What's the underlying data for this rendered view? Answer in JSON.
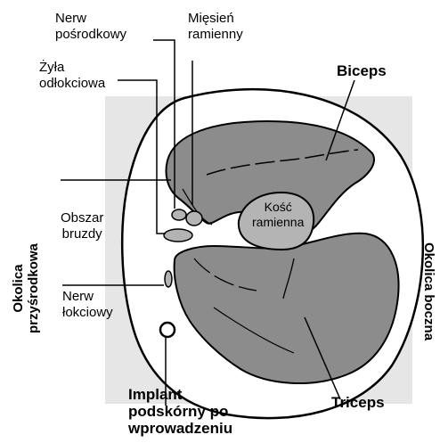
{
  "labels": {
    "nerw_posrodkowy": "Nerw\npośrodkowy",
    "miesien_ramienny": "Mięsień\nramienny",
    "zyla_odlokciowa": "Żyła\nodłokciowa",
    "biceps": "Biceps",
    "obszar_bruzdy": "Obszar\nbruzdy",
    "kosc_ramienna": "Kość\nramienna",
    "nerw_lokciowy": "Nerw\nłokciowy",
    "okolica_przysrodkowa": "Okolica\nprzyśrodkowa",
    "okolica_boczna": "Okolica boczna",
    "implant": "Implant\npodskórny po\nwprowadzeniu",
    "triceps": "Triceps"
  },
  "colors": {
    "background_panel": "#e6e6e6",
    "arm_fill": "#ffffff",
    "muscle_fill": "#8c8c8c",
    "bone_fill": "#b4b4b4",
    "outline": "#000000"
  }
}
